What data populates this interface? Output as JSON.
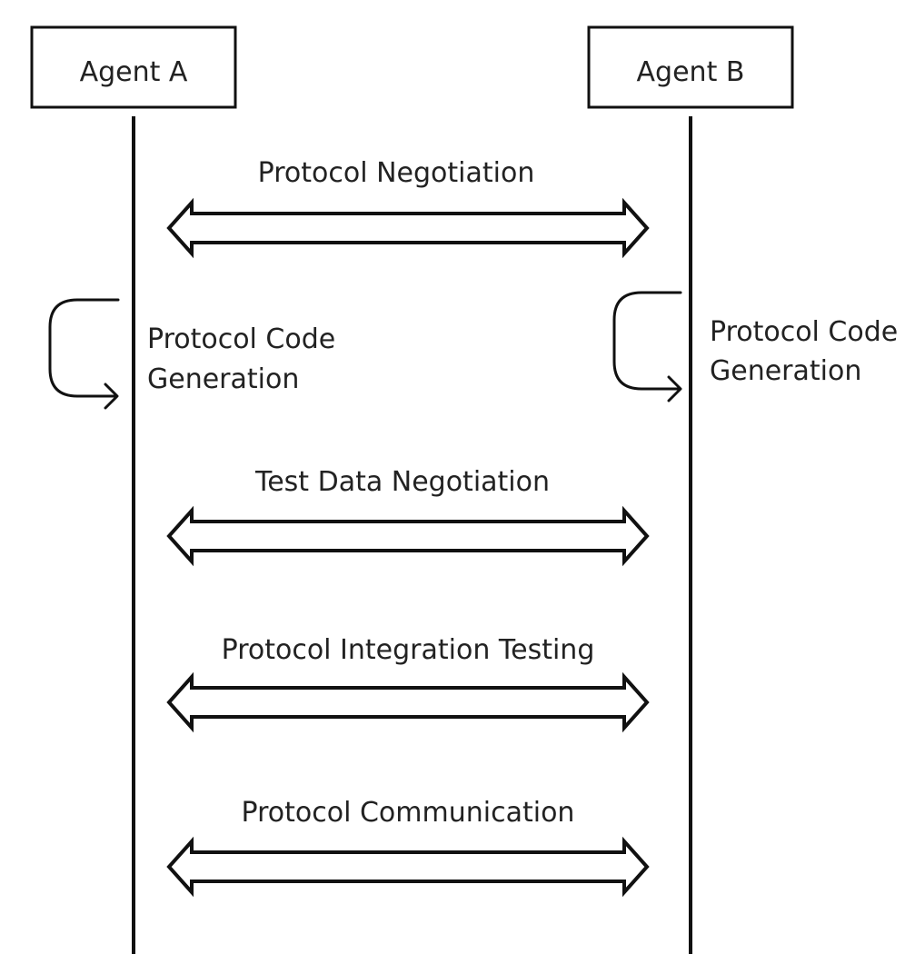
{
  "actors": [
    {
      "id": "agent-a",
      "label": "Agent A"
    },
    {
      "id": "agent-b",
      "label": "Agent B"
    }
  ],
  "messages": [
    {
      "id": "protocol-negotiation",
      "label": "Protocol Negotiation",
      "type": "bidirectional"
    },
    {
      "id": "test-data-negotiation",
      "label": "Test Data Negotiation",
      "type": "bidirectional"
    },
    {
      "id": "protocol-integration-testing",
      "label": "Protocol Integration Testing",
      "type": "bidirectional"
    },
    {
      "id": "protocol-communication",
      "label": "Protocol Communication",
      "type": "bidirectional"
    }
  ],
  "self_actions": [
    {
      "id": "code-gen-a",
      "actor": "agent-a",
      "line1": "Protocol Code",
      "line2": "Generation"
    },
    {
      "id": "code-gen-b",
      "actor": "agent-b",
      "line1": "Protocol Code",
      "line2": "Generation"
    }
  ],
  "colors": {
    "stroke": "#111111",
    "text": "#222222",
    "background": "#ffffff"
  }
}
